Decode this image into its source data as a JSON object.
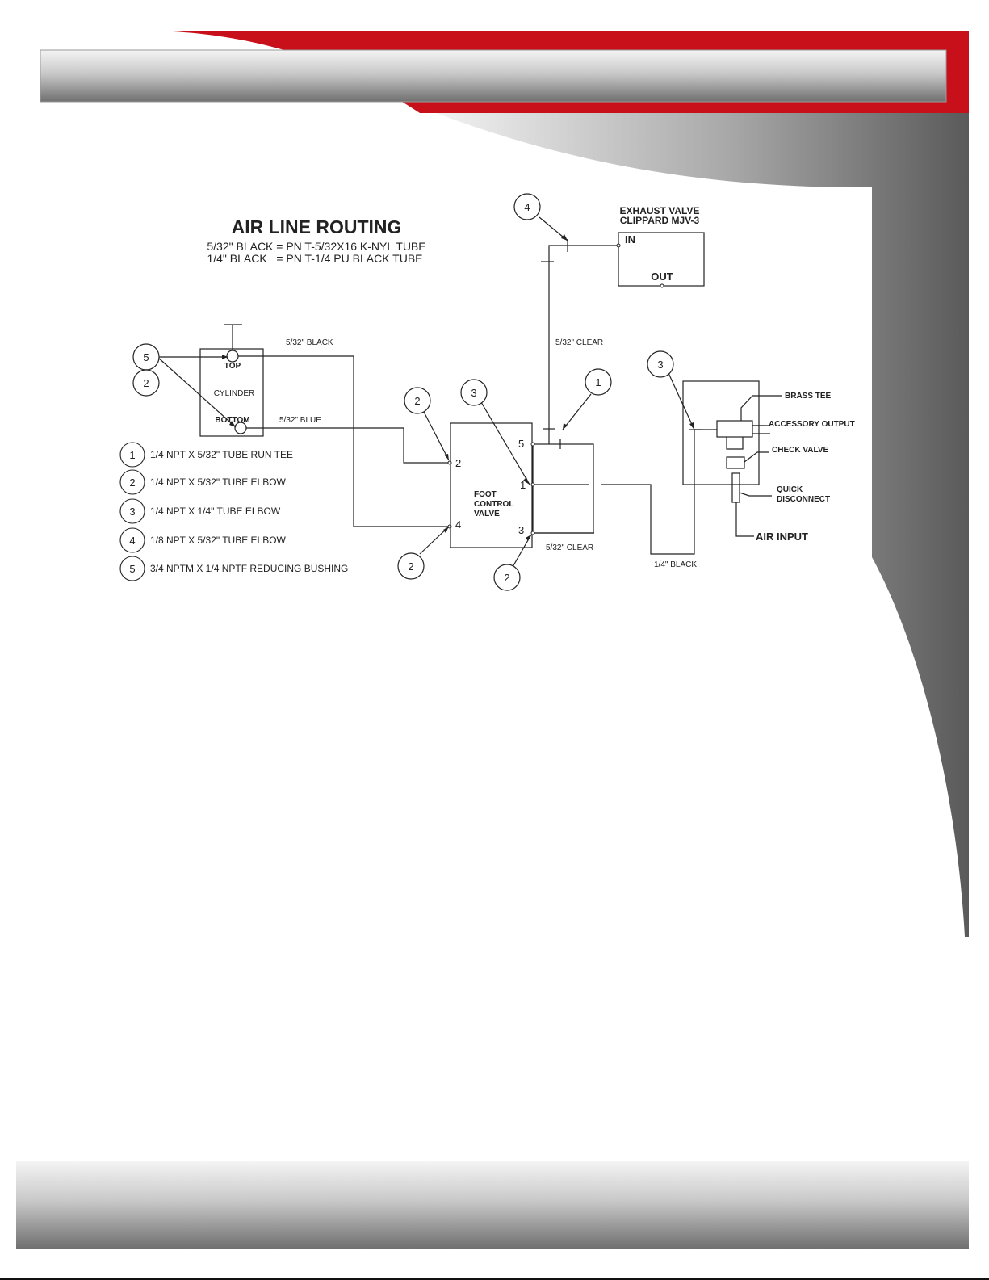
{
  "colors": {
    "brand_red": "#c8101a",
    "banner_light": "#f1f1f1",
    "banner_dark": "#6e6e6e",
    "line": "#222222"
  },
  "title": "AIR LINE ROUTING",
  "subtitle_lines": [
    "5/32\" BLACK = PN T-5/32X16 K-NYL TUBE",
    "1/4\" BLACK   = PN T-1/4 PU BLACK TUBE"
  ],
  "components": {
    "exhaust_valve_line1": "EXHAUST VALVE",
    "exhaust_valve_line2": "CLIPPARD MJV-3",
    "exhaust_in": "IN",
    "exhaust_out": "OUT",
    "cylinder": "CYLINDER",
    "cylinder_top": "TOP",
    "cylinder_bottom": "BOTTOM",
    "foot_valve_line1": "FOOT",
    "foot_valve_line2": "CONTROL",
    "foot_valve_line3": "VALVE",
    "brass_tee": "BRASS TEE",
    "accessory_output": "ACCESSORY OUTPUT",
    "check_valve": "CHECK VALVE",
    "quick_disconnect_line1": "QUICK",
    "quick_disconnect_line2": "DISCONNECT",
    "air_input": "AIR INPUT"
  },
  "ports": {
    "p5": "5",
    "p1": "1",
    "p3": "3",
    "p2": "2",
    "p4": "4"
  },
  "tube_labels": {
    "black_532": "5/32\" BLACK",
    "blue_532": "5/32\" BLUE",
    "clear_532_top": "5/32\" CLEAR",
    "clear_532_bottom": "5/32\" CLEAR",
    "black_14": "1/4\" BLACK"
  },
  "callouts": [
    "4",
    "5",
    "2",
    "2",
    "3",
    "1",
    "3",
    "2",
    "2"
  ],
  "legend": [
    {
      "num": "1",
      "text": "1/4 NPT X 5/32\" TUBE RUN TEE"
    },
    {
      "num": "2",
      "text": "1/4 NPT X 5/32\" TUBE ELBOW"
    },
    {
      "num": "3",
      "text": "1/4 NPT X 1/4\" TUBE ELBOW"
    },
    {
      "num": "4",
      "text": "1/8 NPT X 5/32\" TUBE ELBOW"
    },
    {
      "num": "5",
      "text": "3/4 NPTM X 1/4 NPTF REDUCING BUSHING"
    }
  ]
}
